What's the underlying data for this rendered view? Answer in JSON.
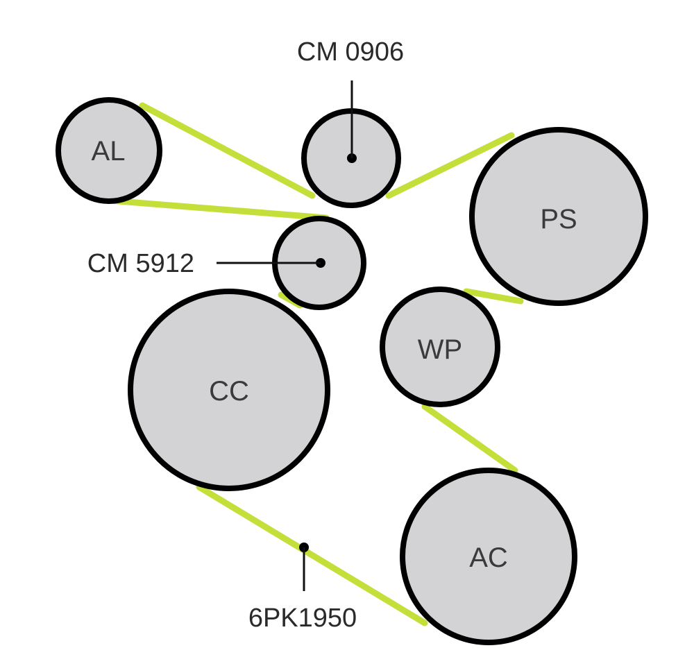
{
  "colors": {
    "belt": "#c4de3a",
    "pulley_fill": "#d3d3d5",
    "pulley_stroke": "#000000"
  },
  "pulleys": {
    "al": {
      "label": "AL"
    },
    "ps": {
      "label": "PS"
    },
    "wp": {
      "label": "WP"
    },
    "cc": {
      "label": "CC"
    },
    "ac": {
      "label": "AC"
    },
    "cm_top": {
      "label": ""
    },
    "cm_mid": {
      "label": ""
    }
  },
  "callouts": {
    "cm_0906": "CM 0906",
    "cm_5912": "CM 5912",
    "belt": "6PK1950"
  }
}
